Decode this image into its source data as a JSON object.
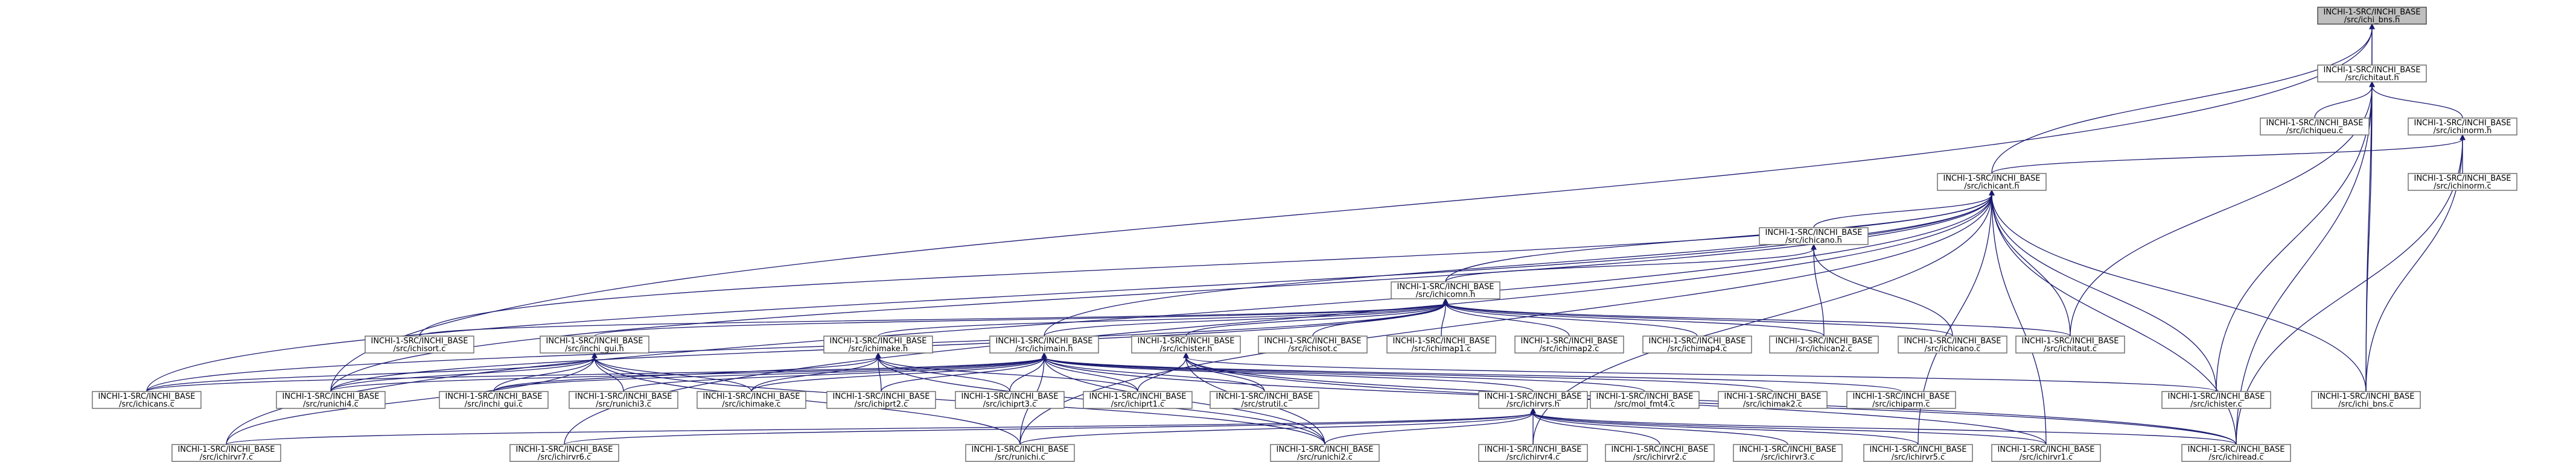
{
  "nodes": {
    "ichi_bns_h": "INCHI-1-SRC/INCHI_BASE\n/src/ichi_bns.h",
    "ichitaut_h": "INCHI-1-SRC/INCHI_BASE\n/src/ichitaut.h",
    "ichiqueu_c": "INCHI-1-SRC/INCHI_BASE\n/src/ichiqueu.c",
    "ichinorm_h": "INCHI-1-SRC/INCHI_BASE\n/src/ichinorm.h",
    "ichinorm_c": "INCHI-1-SRC/INCHI_BASE\n/src/ichinorm.c",
    "ichicant_h": "INCHI-1-SRC/INCHI_BASE\n/src/ichicant.h",
    "ichicano_h": "INCHI-1-SRC/INCHI_BASE\n/src/ichicano.h",
    "ichicomn_h": "INCHI-1-SRC/INCHI_BASE\n/src/ichicomn.h",
    "ichisort_c": "INCHI-1-SRC/INCHI_BASE\n/src/ichisort.c",
    "inchi_gui_h": "INCHI-1-SRC/INCHI_BASE\n/src/inchi_gui.h",
    "ichimake_h": "INCHI-1-SRC/INCHI_BASE\n/src/ichimake.h",
    "ichimain_h": "INCHI-1-SRC/INCHI_BASE\n/src/ichimain.h",
    "ichister_h": "INCHI-1-SRC/INCHI_BASE\n/src/ichister.h",
    "ichisot_c": "INCHI-1-SRC/INCHI_BASE\n/src/ichisot.c",
    "ichimap1_c": "INCHI-1-SRC/INCHI_BASE\n/src/ichimap1.c",
    "ichimap2_c": "INCHI-1-SRC/INCHI_BASE\n/src/ichimap2.c",
    "ichimap4_c": "INCHI-1-SRC/INCHI_BASE\n/src/ichimap4.c",
    "ichican2_c": "INCHI-1-SRC/INCHI_BASE\n/src/ichican2.c",
    "ichicano_c": "INCHI-1-SRC/INCHI_BASE\n/src/ichicano.c",
    "ichitaut_c": "INCHI-1-SRC/INCHI_BASE\n/src/ichitaut.c",
    "ichicans_c": "INCHI-1-SRC/INCHI_BASE\n/src/ichicans.c",
    "runichi4_c": "INCHI-1-SRC/INCHI_BASE\n/src/runichi4.c",
    "inchi_gui_c": "INCHI-1-SRC/INCHI_BASE\n/src/inchi_gui.c",
    "runichi3_c": "INCHI-1-SRC/INCHI_BASE\n/src/runichi3.c",
    "ichimake_c": "INCHI-1-SRC/INCHI_BASE\n/src/ichimake.c",
    "ichiprt2_c": "INCHI-1-SRC/INCHI_BASE\n/src/ichiprt2.c",
    "ichiprt3_c": "INCHI-1-SRC/INCHI_BASE\n/src/ichiprt3.c",
    "ichiprt1_c": "INCHI-1-SRC/INCHI_BASE\n/src/ichiprt1.c",
    "strutil_c": "INCHI-1-SRC/INCHI_BASE\n/src/strutil.c",
    "ichirvrs_h": "INCHI-1-SRC/INCHI_BASE\n/src/ichirvrs.h",
    "mol_fmt4_c": "INCHI-1-SRC/INCHI_BASE\n/src/mol_fmt4.c",
    "ichimak2_c": "INCHI-1-SRC/INCHI_BASE\n/src/ichimak2.c",
    "ichiparm_c": "INCHI-1-SRC/INCHI_BASE\n/src/ichiparm.c",
    "ichister_c": "INCHI-1-SRC/INCHI_BASE\n/src/ichister.c",
    "ichi_bns_c": "INCHI-1-SRC/INCHI_BASE\n/src/ichi_bns.c",
    "ichirvr7_c": "INCHI-1-SRC/INCHI_BASE\n/src/ichirvr7.c",
    "ichirvr6_c": "INCHI-1-SRC/INCHI_BASE\n/src/ichirvr6.c",
    "runichi_c": "INCHI-1-SRC/INCHI_BASE\n/src/runichi.c",
    "runichi2_c": "INCHI-1-SRC/INCHI_BASE\n/src/runichi2.c",
    "ichirvr4_c": "INCHI-1-SRC/INCHI_BASE\n/src/ichirvr4.c",
    "ichirvr2_c": "INCHI-1-SRC/INCHI_BASE\n/src/ichirvr2.c",
    "ichirvr3_c": "INCHI-1-SRC/INCHI_BASE\n/src/ichirvr3.c",
    "ichirvr5_c": "INCHI-1-SRC/INCHI_BASE\n/src/ichirvr5.c",
    "ichirvr1_c": "INCHI-1-SRC/INCHI_BASE\n/src/ichirvr1.c",
    "ichiread_c": "INCHI-1-SRC/INCHI_BASE\n/src/ichiread.c"
  },
  "edges": [
    [
      "ichitaut_h",
      "ichi_bns_h"
    ],
    [
      "ichi_bns_c",
      "ichi_bns_h"
    ],
    [
      "ichicant_h",
      "ichi_bns_h"
    ],
    [
      "runichi4_c",
      "ichi_bns_h"
    ],
    [
      "ichiqueu_c",
      "ichitaut_h"
    ],
    [
      "ichinorm_h",
      "ichitaut_h"
    ],
    [
      "ichitaut_c",
      "ichitaut_h"
    ],
    [
      "ichister_c",
      "ichitaut_h"
    ],
    [
      "ichi_bns_c",
      "ichitaut_h"
    ],
    [
      "ichiread_c",
      "ichitaut_h"
    ],
    [
      "ichinorm_c",
      "ichinorm_h"
    ],
    [
      "ichicant_h",
      "ichinorm_h"
    ],
    [
      "ichi_bns_c",
      "ichinorm_h"
    ],
    [
      "ichiread_c",
      "ichinorm_h"
    ],
    [
      "ichicano_h",
      "ichicant_h"
    ],
    [
      "ichicomn_h",
      "ichicant_h"
    ],
    [
      "ichisort_c",
      "ichicant_h"
    ],
    [
      "ichimain_h",
      "ichicant_h"
    ],
    [
      "ichicans_c",
      "ichicant_h"
    ],
    [
      "runichi4_c",
      "ichicant_h"
    ],
    [
      "ichitaut_c",
      "ichicant_h"
    ],
    [
      "ichister_c",
      "ichicant_h"
    ],
    [
      "ichi_bns_c",
      "ichicant_h"
    ],
    [
      "ichirvr7_c",
      "ichicant_h"
    ],
    [
      "ichirvr6_c",
      "ichicant_h"
    ],
    [
      "runichi_c",
      "ichicant_h"
    ],
    [
      "ichirvr4_c",
      "ichicant_h"
    ],
    [
      "ichirvr5_c",
      "ichicant_h"
    ],
    [
      "ichirvr1_c",
      "ichicant_h"
    ],
    [
      "ichiread_c",
      "ichicant_h"
    ],
    [
      "ichicomn_h",
      "ichicano_h"
    ],
    [
      "ichican2_c",
      "ichicano_h"
    ],
    [
      "ichicano_c",
      "ichicano_h"
    ],
    [
      "ichisort_c",
      "ichicomn_h"
    ],
    [
      "inchi_gui_h",
      "ichicomn_h"
    ],
    [
      "ichimake_h",
      "ichicomn_h"
    ],
    [
      "ichimain_h",
      "ichicomn_h"
    ],
    [
      "ichister_h",
      "ichicomn_h"
    ],
    [
      "ichisot_c",
      "ichicomn_h"
    ],
    [
      "ichimap1_c",
      "ichicomn_h"
    ],
    [
      "ichimap2_c",
      "ichicomn_h"
    ],
    [
      "ichimap4_c",
      "ichicomn_h"
    ],
    [
      "ichican2_c",
      "ichicomn_h"
    ],
    [
      "ichicano_c",
      "ichicomn_h"
    ],
    [
      "ichitaut_c",
      "ichicomn_h"
    ],
    [
      "runichi4_c",
      "ichicomn_h"
    ],
    [
      "ichicans_c",
      "ichicomn_h"
    ],
    [
      "ichicans_c",
      "inchi_gui_h"
    ],
    [
      "runichi4_c",
      "inchi_gui_h"
    ],
    [
      "inchi_gui_c",
      "inchi_gui_h"
    ],
    [
      "runichi3_c",
      "inchi_gui_h"
    ],
    [
      "ichimake_c",
      "inchi_gui_h"
    ],
    [
      "ichirvr7_c",
      "inchi_gui_h"
    ],
    [
      "runichi_c",
      "inchi_gui_h"
    ],
    [
      "runichi2_c",
      "inchi_gui_h"
    ],
    [
      "ichimake_c",
      "ichimake_h"
    ],
    [
      "ichiprt2_c",
      "ichimake_h"
    ],
    [
      "ichiprt3_c",
      "ichimake_h"
    ],
    [
      "ichiprt1_c",
      "ichimake_h"
    ],
    [
      "inchi_gui_c",
      "ichimake_h"
    ],
    [
      "runichi2_c",
      "ichimake_h"
    ],
    [
      "ichicans_c",
      "ichimain_h"
    ],
    [
      "runichi4_c",
      "ichimain_h"
    ],
    [
      "inchi_gui_c",
      "ichimain_h"
    ],
    [
      "runichi3_c",
      "ichimain_h"
    ],
    [
      "ichimake_c",
      "ichimain_h"
    ],
    [
      "ichiprt2_c",
      "ichimain_h"
    ],
    [
      "ichiprt3_c",
      "ichimain_h"
    ],
    [
      "ichiprt1_c",
      "ichimain_h"
    ],
    [
      "strutil_c",
      "ichimain_h"
    ],
    [
      "ichirvrs_h",
      "ichimain_h"
    ],
    [
      "mol_fmt4_c",
      "ichimain_h"
    ],
    [
      "ichimak2_c",
      "ichimain_h"
    ],
    [
      "ichiparm_c",
      "ichimain_h"
    ],
    [
      "runichi_c",
      "ichimain_h"
    ],
    [
      "runichi2_c",
      "ichimain_h"
    ],
    [
      "ichiread_c",
      "ichimain_h"
    ],
    [
      "ichister_c",
      "ichister_h"
    ],
    [
      "ichiprt1_c",
      "ichister_h"
    ],
    [
      "strutil_c",
      "ichister_h"
    ],
    [
      "runichi2_c",
      "ichister_h"
    ],
    [
      "ichirvr1_c",
      "ichister_h"
    ],
    [
      "ichiread_c",
      "ichister_h"
    ],
    [
      "ichirvr7_c",
      "ichirvrs_h"
    ],
    [
      "ichirvr6_c",
      "ichirvrs_h"
    ],
    [
      "runichi_c",
      "ichirvrs_h"
    ],
    [
      "runichi2_c",
      "ichirvrs_h"
    ],
    [
      "ichirvr4_c",
      "ichirvrs_h"
    ],
    [
      "ichirvr2_c",
      "ichirvrs_h"
    ],
    [
      "ichirvr3_c",
      "ichirvrs_h"
    ],
    [
      "ichirvr5_c",
      "ichirvrs_h"
    ],
    [
      "ichirvr1_c",
      "ichirvrs_h"
    ],
    [
      "ichiread_c",
      "ichirvrs_h"
    ]
  ]
}
